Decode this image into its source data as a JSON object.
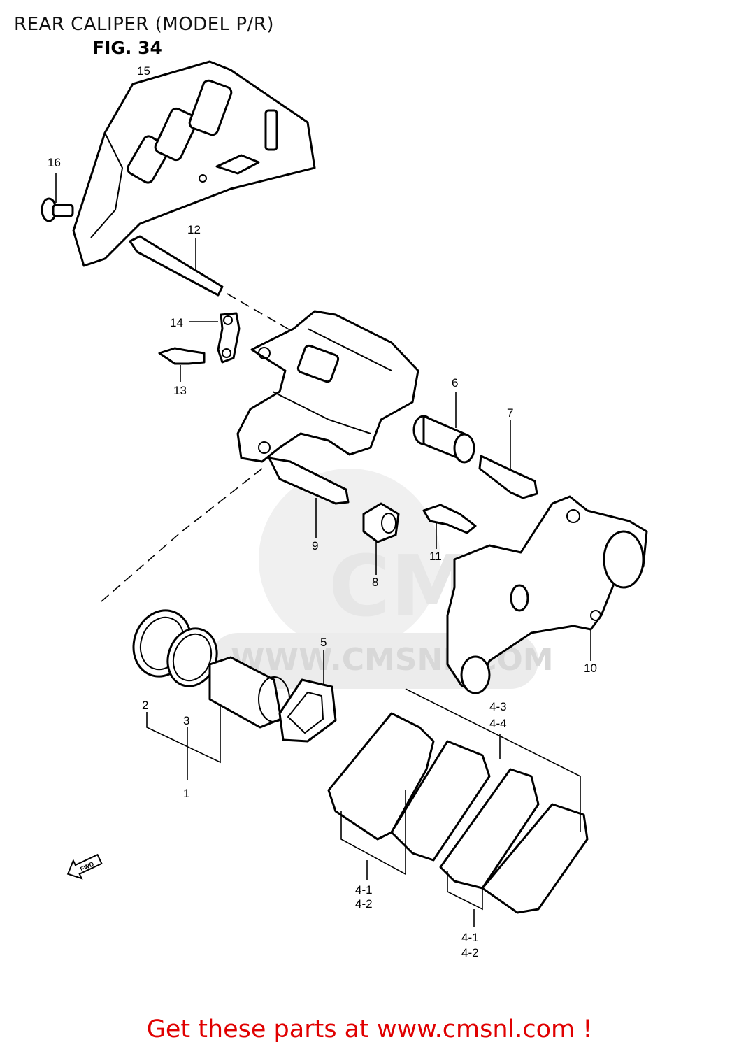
{
  "header": {
    "title": "REAR CALIPER (MODEL P/R)",
    "figure": "FIG. 34"
  },
  "watermark": {
    "logo_text": "CMS",
    "url_text": "WWW.CMSNL.COM"
  },
  "callouts": [
    {
      "id": "c1",
      "label": "1"
    },
    {
      "id": "c2",
      "label": "2"
    },
    {
      "id": "c3",
      "label": "3"
    },
    {
      "id": "c4-1a",
      "label": "4-1"
    },
    {
      "id": "c4-2a",
      "label": "4-2"
    },
    {
      "id": "c4-1b",
      "label": "4-1"
    },
    {
      "id": "c4-2b",
      "label": "4-2"
    },
    {
      "id": "c4-3",
      "label": "4-3"
    },
    {
      "id": "c4-4",
      "label": "4-4"
    },
    {
      "id": "c5",
      "label": "5"
    },
    {
      "id": "c6",
      "label": "6"
    },
    {
      "id": "c7",
      "label": "7"
    },
    {
      "id": "c8",
      "label": "8"
    },
    {
      "id": "c9",
      "label": "9"
    },
    {
      "id": "c10",
      "label": "10"
    },
    {
      "id": "c11",
      "label": "11"
    },
    {
      "id": "c12",
      "label": "12"
    },
    {
      "id": "c13",
      "label": "13"
    },
    {
      "id": "c14",
      "label": "14"
    },
    {
      "id": "c15",
      "label": "15"
    },
    {
      "id": "c16",
      "label": "16"
    }
  ],
  "fwd_arrow": {
    "label": "FWD"
  },
  "footer": {
    "link_text": "Get these parts at www.cmsnl.com !",
    "color": "#e00000"
  },
  "colors": {
    "line": "#000000",
    "background": "#ffffff",
    "watermark": "#e4e4e4"
  }
}
